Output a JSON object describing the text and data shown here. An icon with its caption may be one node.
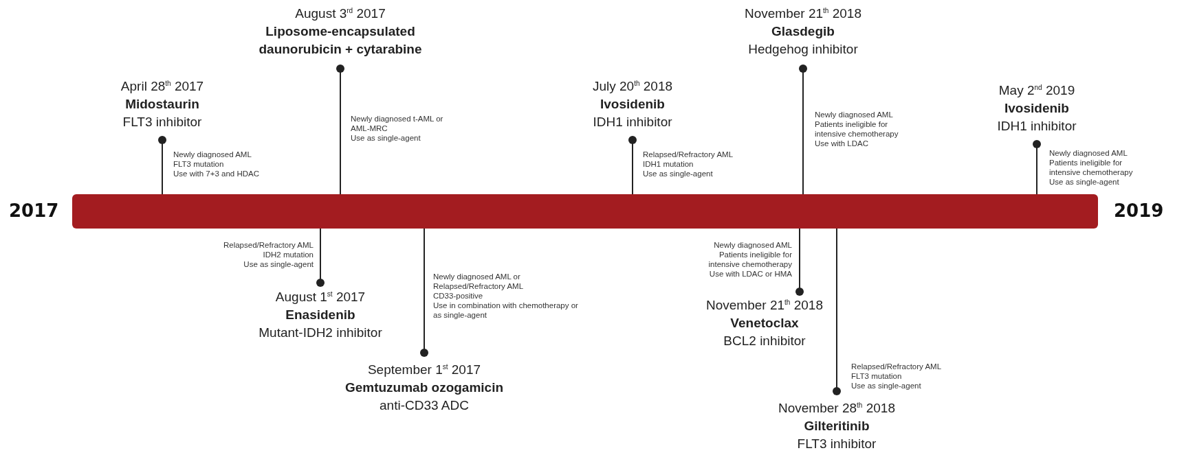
{
  "diagram": {
    "nodes": [
      {
        "text": [],
        "shape": "bar",
        "beside": [
          "2017",
          "2019"
        ]
      },
      {
        "text": [
          "April 28$^{th}$ 2017",
          "Midostaurin",
          "FLT3 inhibitor"
        ],
        "beside": [
          "Newly diagnosed AML",
          "FLT3 mutation",
          "Use with 7+3 and HDAC"
        ]
      },
      {
        "text": [
          "August 1$^{st}$ 2017",
          "Enasidenib",
          "Mutant-IDH2 inhibitor"
        ],
        "beside": [
          "Relapsed/Refractory AML",
          "IDH2 mutation",
          "Use as single-agent"
        ]
      },
      {
        "text": [
          "August 3$^{rd}$ 2017",
          "Liposome-encapsulated daunorubicin + cytarabine"
        ],
        "beside": [
          "Newly diagnosed t-AML or AML-MRC",
          "Use as single-agent"
        ]
      },
      {
        "text": [
          "September 1$^{st}$ 2017",
          "Gemtuzumab ozogamicin",
          "anti-CD33 ADC"
        ],
        "beside": [
          "Newly diagnosed AML or",
          "Relapsed/Refractory AML",
          "CD33-positive",
          "Use in combination with chemotherapy or as single-agent"
        ]
      },
      {
        "text": [
          "July 20$^{th}$ 2018",
          "Ivosidenib",
          "IDH1 inhibitor"
        ],
        "beside": [
          "Relapsed/Refractory AML",
          "IDH1 mutation",
          "Use as single-agent"
        ]
      },
      {
        "text": [
          "November 21$^{th}$ 2018",
          "Glasdegib",
          "Hedgehog inhibitor"
        ],
        "beside": [
          "Newly diagnosed AML",
          "Patients ineligible for intensive chemotherapy",
          "Use with LDAC"
        ]
      },
      {
        "text": [
          "November 21$^{th}$ 2018",
          "Venetoclax",
          "BCL2 inhibitor"
        ],
        "beside": [
          "Newly diagnosed AML",
          "Patients ineligible for intensive chemotherapy",
          "Use with LDAC or HMA"
        ]
      },
      {
        "text": [
          "November 28$^{th}$ 2018",
          "Gilteritinib",
          "FLT3 inhibitor"
        ],
        "beside": [
          "Relapsed/Refractory AML",
          "FLT3 mutation",
          "Use as single-agent"
        ]
      },
      {
        "text": [
          "May 2$^{nd}$ 2019",
          "Ivosidenib",
          "IDH1 inhibitor"
        ],
        "beside": [
          "Newly diagnosed AML",
          "Patients ineligible for intensive chemotherapy",
          "Use as single-agent"
        ]
      }
    ],
    "edges": [
      {
        "from": 0,
        "to": 1,
        "arrow": "other"
      },
      {
        "from": 0,
        "to": 2,
        "arrow": "other"
      },
      {
        "from": 0,
        "to": 3,
        "arrow": "other"
      },
      {
        "from": 0,
        "to": 4,
        "arrow": "other"
      },
      {
        "from": 0,
        "to": 5,
        "arrow": "other"
      },
      {
        "from": 0,
        "to": 6,
        "arrow": "other"
      },
      {
        "from": 0,
        "to": 7,
        "arrow": "other"
      },
      {
        "from": 0,
        "to": 8,
        "arrow": "other"
      },
      {
        "from": 0,
        "to": 9,
        "arrow": "other"
      }
    ]
  }
}
